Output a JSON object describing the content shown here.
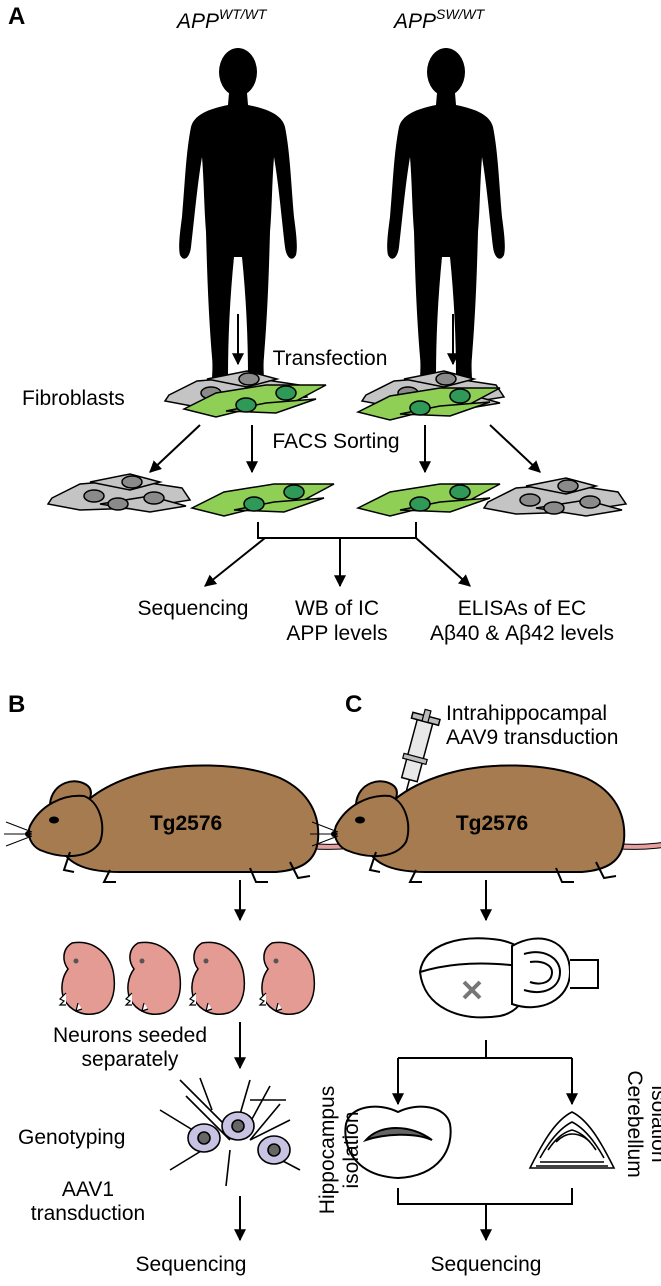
{
  "panels": {
    "a": "A",
    "b": "B",
    "c": "C"
  },
  "panel_a": {
    "genotype_left_base": "APP",
    "genotype_left_sup": "WT/WT",
    "genotype_right_base": "APP",
    "genotype_right_sup": "SW/WT",
    "transfection": "Transfection",
    "fibroblasts": "Fibroblasts",
    "facs": "FACS Sorting",
    "out1": "Sequencing",
    "out2_line1": "WB of IC",
    "out2_line2": "APP levels",
    "out3_line1": "ELISAs of EC",
    "out3_line2": "Aβ40 & Aβ42 levels"
  },
  "panel_b": {
    "mouse": "Tg2576",
    "neurons_line1": "Neurons seeded",
    "neurons_line2": "separately",
    "genotyping": "Genotyping",
    "aav1_line1": "AAV1",
    "aav1_line2": "transduction",
    "sequencing": "Sequencing"
  },
  "panel_c": {
    "intra_line1": "Intrahippocampal",
    "intra_line2": "AAV9 transduction",
    "mouse": "Tg2576",
    "hippo_line1": "Hippocampus",
    "hippo_line2": "isolation",
    "cereb_line1": "Cerebellum",
    "cereb_line2": "isolation",
    "sequencing": "Sequencing"
  },
  "colors": {
    "cell_gray": "#c4c4c4",
    "cell_green": "#8fcf55",
    "nucleus_green": "#2f9a58",
    "mouse_brown": "#a67b50",
    "embryo_pink": "#e39b93",
    "neuron_lilac": "#c9c3e3"
  }
}
